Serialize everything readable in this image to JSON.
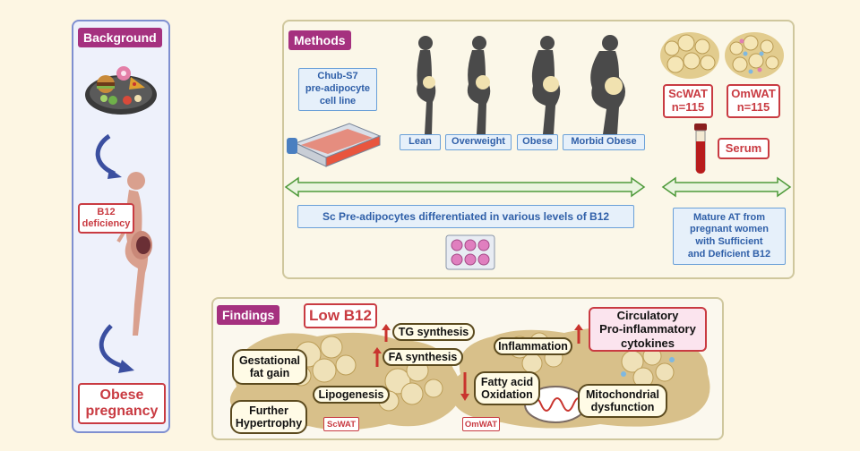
{
  "background": {
    "tag": "Background",
    "b12_deficiency": "B12\ndeficiency",
    "obese_pregnancy": "Obese\npregnancy"
  },
  "methods": {
    "tag": "Methods",
    "cell_line": "Chub-S7\npre-adipocyte\ncell line",
    "weights": [
      "Lean",
      "Overweight",
      "Obese",
      "Morbid Obese"
    ],
    "scwat": "ScWAT\nn=115",
    "omwat": "OmWAT\nn=115",
    "serum": "Serum",
    "differentiated": "Sc Pre-adipocytes differentiated in various levels of B12",
    "mature_at": "Mature AT from\npregnant women\nwith  Sufficient\nand Deficient B12"
  },
  "findings": {
    "tag": "Findings",
    "low_b12": "Low B12",
    "gestational": "Gestational\nfat gain",
    "tg_synthesis": "TG synthesis",
    "fa_synthesis": "FA synthesis",
    "lipogenesis": "Lipogenesis",
    "hypertrophy": "Further\nHypertrophy",
    "scwat_label": "ScWAT",
    "inflammation": "Inflammation",
    "circulatory": "Circulatory\nPro-inflammatory\ncytokines",
    "fatty_acid": "Fatty acid\nOxidation",
    "mitochondrial": "Mitochondrial\ndysfunction",
    "omwat_label": "OmWAT"
  },
  "colors": {
    "tag": "#a5317f",
    "red": "#c93b42",
    "blue": "#6aa0d8",
    "green_arrow": "#4e9a3a",
    "fat": "#d8c08a"
  }
}
